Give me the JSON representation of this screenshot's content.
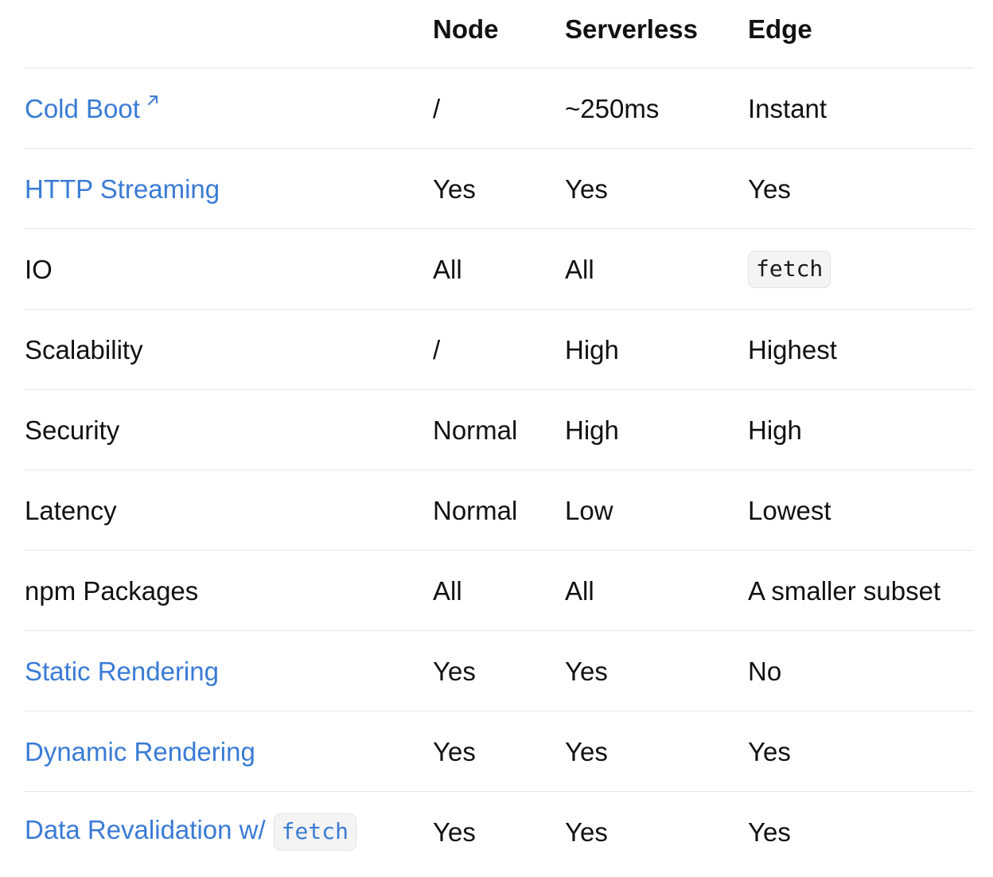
{
  "columns": [
    "",
    "Node",
    "Serverless",
    "Edge"
  ],
  "rows": [
    {
      "feature": "Cold Boot",
      "feature_link": true,
      "external": true,
      "node": "/",
      "serverless": "~250ms",
      "edge": "Instant"
    },
    {
      "feature": "HTTP Streaming",
      "feature_link": true,
      "external": false,
      "node": "Yes",
      "serverless": "Yes",
      "edge": "Yes"
    },
    {
      "feature": "IO",
      "feature_link": false,
      "node": "All",
      "serverless": "All",
      "edge_code": "fetch"
    },
    {
      "feature": "Scalability",
      "feature_link": false,
      "node": "/",
      "serverless": "High",
      "edge": "Highest"
    },
    {
      "feature": "Security",
      "feature_link": false,
      "node": "Normal",
      "serverless": "High",
      "edge": "High"
    },
    {
      "feature": "Latency",
      "feature_link": false,
      "node": "Normal",
      "serverless": "Low",
      "edge": "Lowest"
    },
    {
      "feature": "npm Packages",
      "feature_link": false,
      "node": "All",
      "serverless": "All",
      "edge": "A smaller subset"
    },
    {
      "feature": "Static Rendering",
      "feature_link": true,
      "node": "Yes",
      "serverless": "Yes",
      "edge": "No"
    },
    {
      "feature": "Dynamic Rendering",
      "feature_link": true,
      "node": "Yes",
      "serverless": "Yes",
      "edge": "Yes"
    },
    {
      "feature": "Data Revalidation w/",
      "feature_code": "fetch",
      "feature_link": true,
      "node": "Yes",
      "serverless": "Yes",
      "edge": "Yes"
    }
  ],
  "colors": {
    "link": "#3a7bd5",
    "text": "#111111",
    "divider": "#e6e6e6",
    "code_bg": "#f4f4f4"
  },
  "icons": {
    "external_link": "arrow-up-right-icon"
  }
}
